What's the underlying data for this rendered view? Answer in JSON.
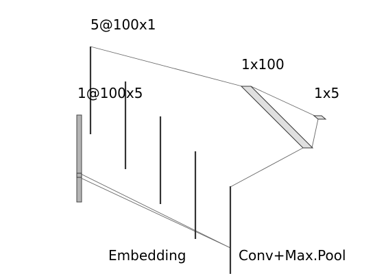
{
  "labels": {
    "conv_maps": "5@100x1",
    "input": "1@100x5",
    "pooled": "1x100",
    "output": "1x5",
    "embedding": "Embedding",
    "conv_pool": "Conv+Max.Pool"
  },
  "colors": {
    "line": "#333333",
    "thin_line": "#666666",
    "input_fill": "#b4b4b4",
    "plane_fill": "#e0e0e0",
    "text": "#000000"
  }
}
